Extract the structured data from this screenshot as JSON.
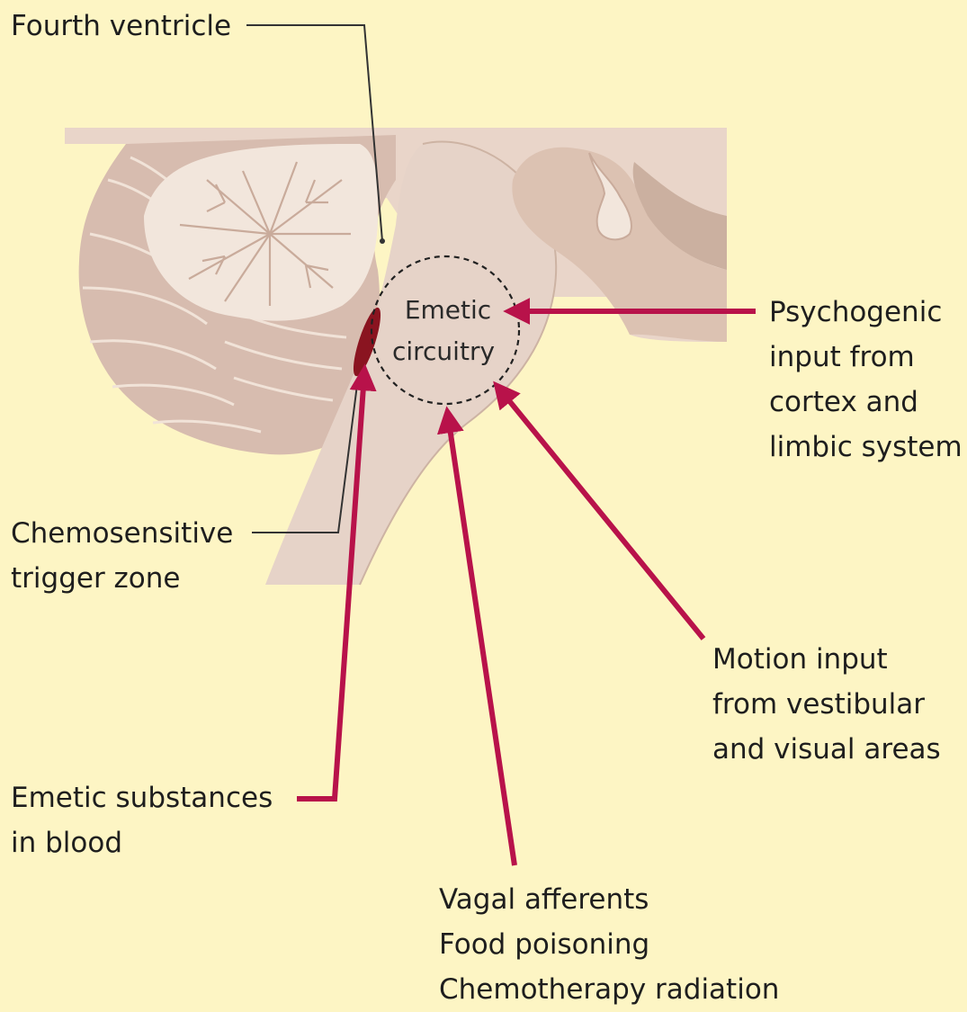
{
  "colors": {
    "background": "#fdf5c4",
    "brain_light": "#e9d5c9",
    "brain_mid": "#dcc2b2",
    "brain_dark": "#b79a8c",
    "arrow": "#b8124a",
    "trigger_zone": "#8a1420",
    "leader_line": "#333333"
  },
  "labels": {
    "fourth_ventricle": "Fourth ventricle",
    "chemosensitive": [
      "Chemosensitive",
      "trigger zone"
    ],
    "emetic_circuitry": [
      "Emetic",
      "circuitry"
    ],
    "psychogenic": [
      "Psychogenic",
      "input from",
      "cortex and",
      "limbic system"
    ],
    "motion": [
      "Motion input",
      "from vestibular",
      "and visual areas"
    ],
    "emetic_substances": [
      "Emetic substances",
      "in blood"
    ],
    "vagal": [
      "Vagal afferents",
      "Food poisoning",
      "Chemotherapy radiation"
    ]
  },
  "icons": {
    "arrow": "arrow-icon",
    "dashed_region": "dashed-circle"
  }
}
